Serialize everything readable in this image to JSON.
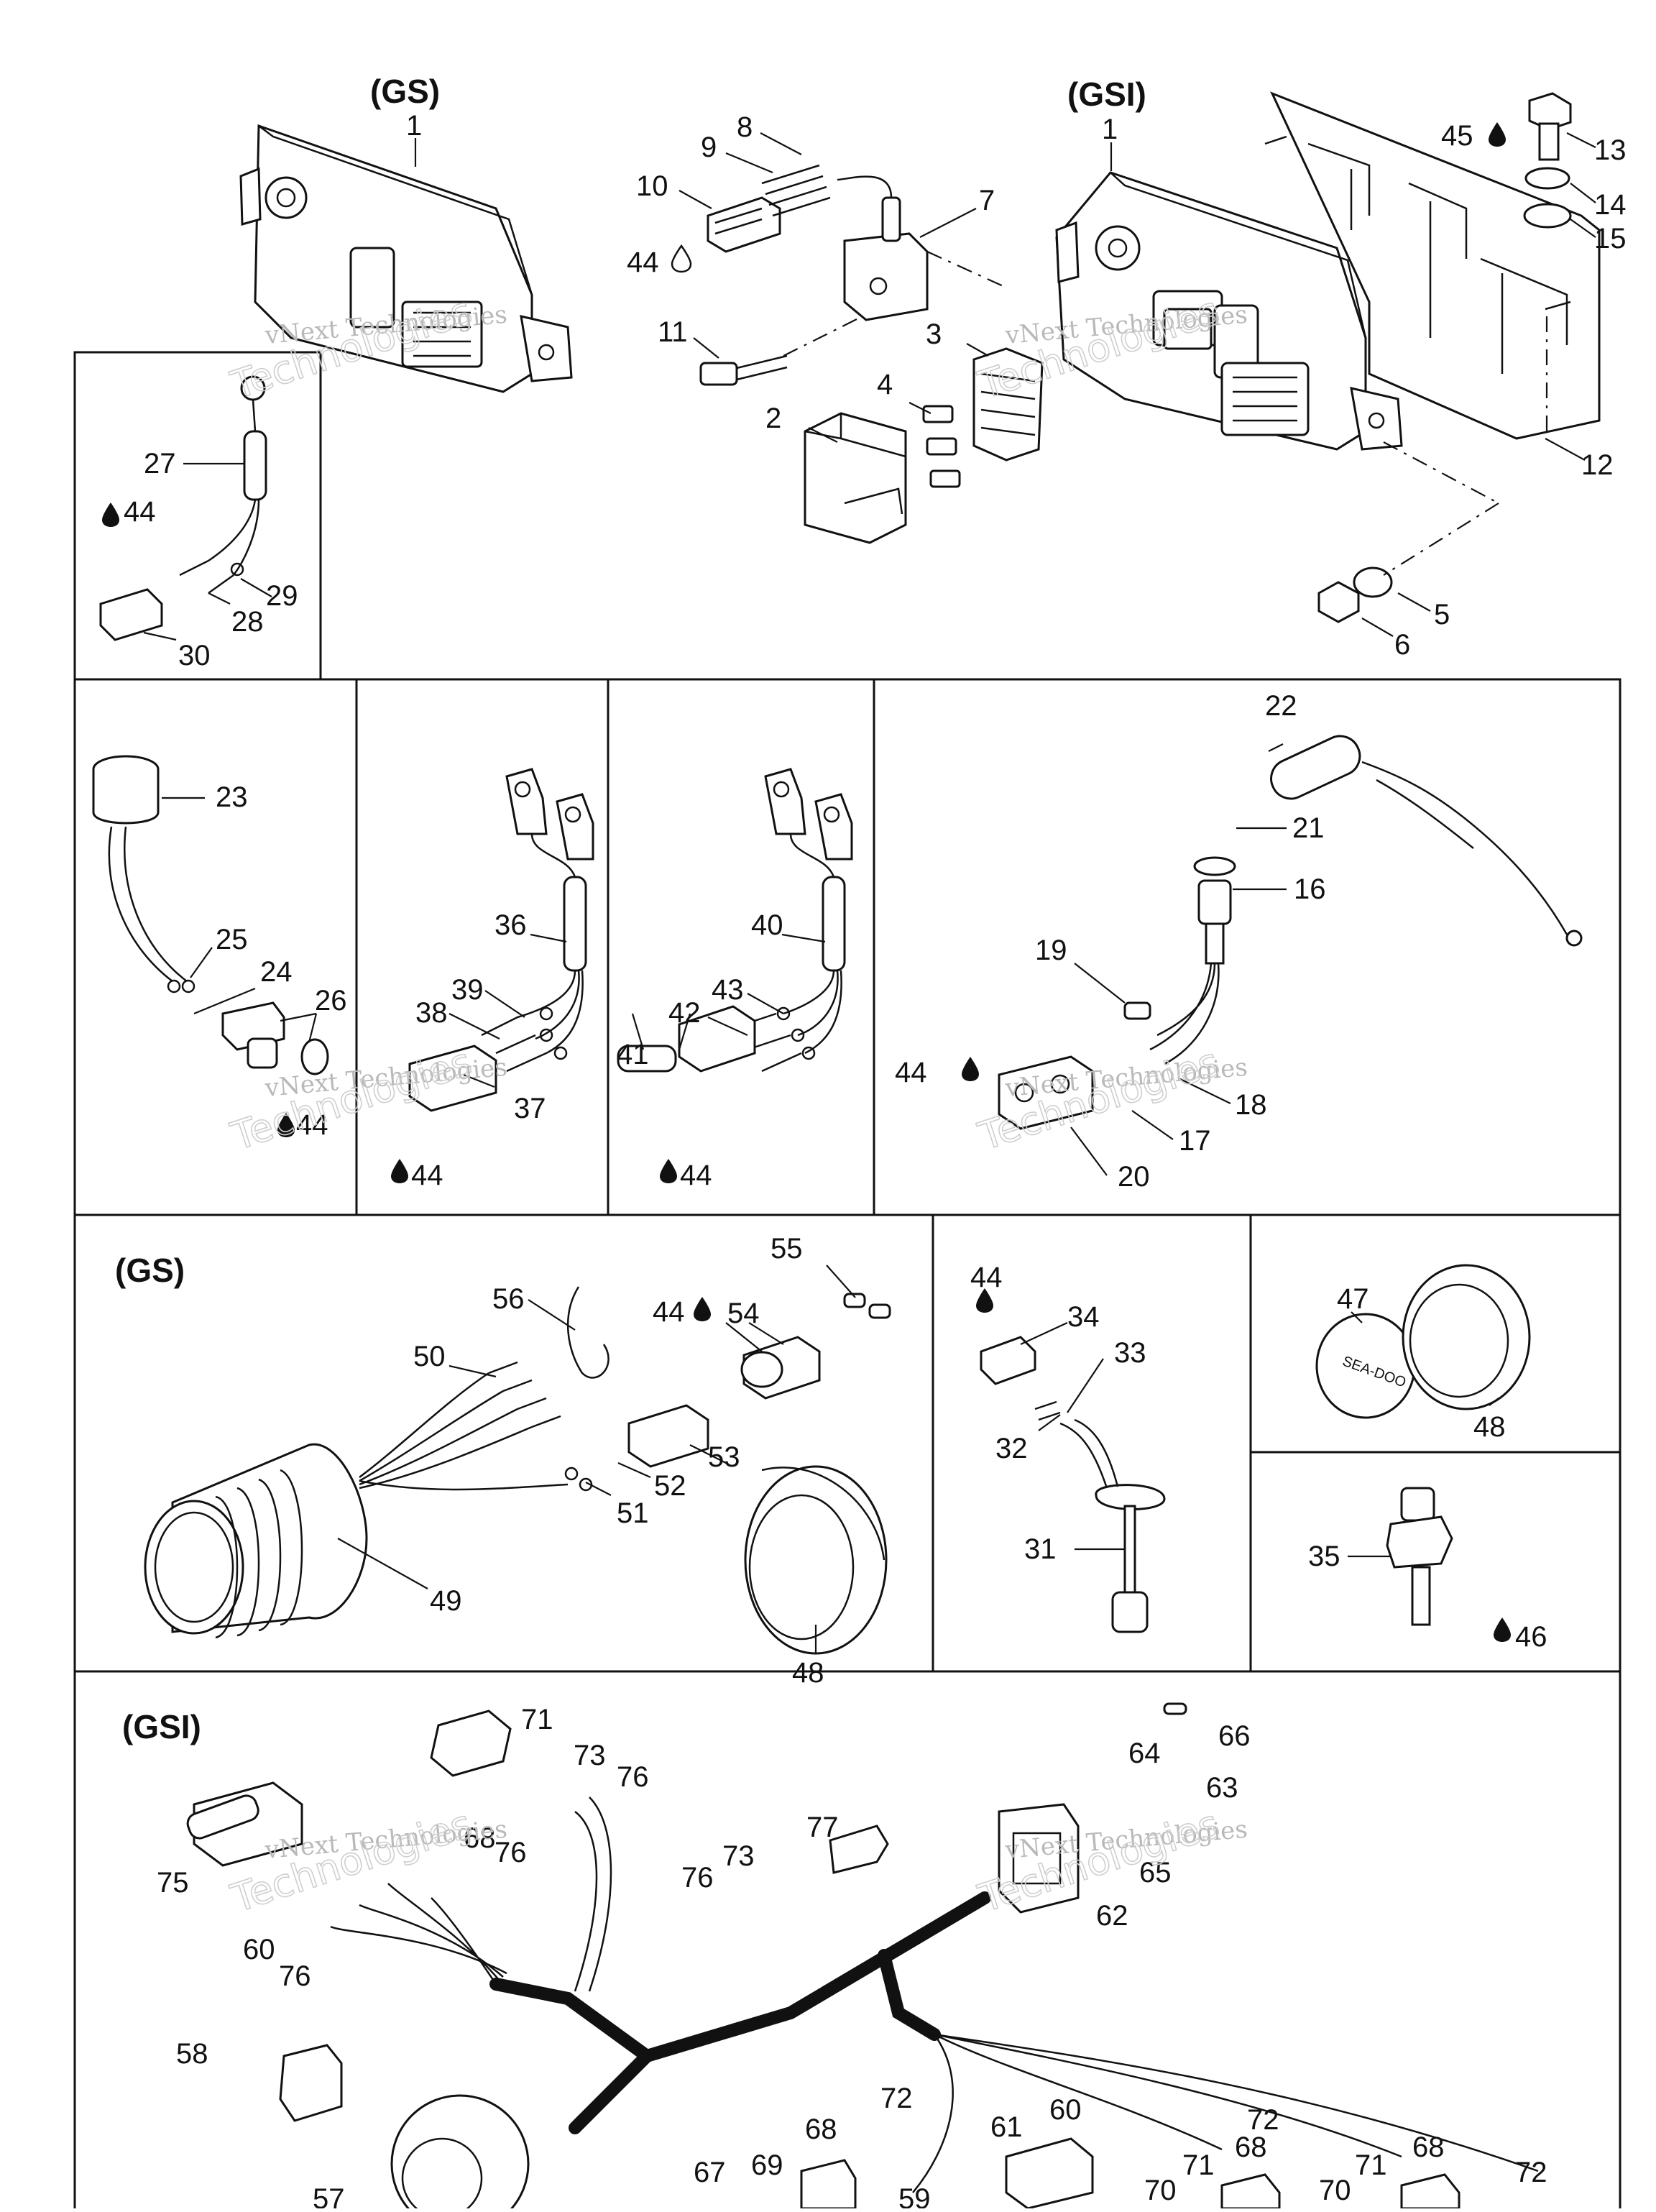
{
  "headers": {
    "gs_top": "(GS)",
    "gsi_top": "(GSI)",
    "gs_gauge": "(GS)",
    "gsi_harness": "(GSI)"
  },
  "watermark": {
    "line1": "vNext Technologies",
    "line2": "Technologies"
  },
  "icons": {
    "drop": "sealant-drop-icon"
  },
  "labels": [
    {
      "id": "l1a",
      "text": "1"
    },
    {
      "id": "l1b",
      "text": "1"
    },
    {
      "id": "l2",
      "text": "2"
    },
    {
      "id": "l3",
      "text": "3"
    },
    {
      "id": "l4",
      "text": "4"
    },
    {
      "id": "l5",
      "text": "5"
    },
    {
      "id": "l6",
      "text": "6"
    },
    {
      "id": "l7",
      "text": "7"
    },
    {
      "id": "l8",
      "text": "8"
    },
    {
      "id": "l9",
      "text": "9"
    },
    {
      "id": "l10",
      "text": "10"
    },
    {
      "id": "l11",
      "text": "11"
    },
    {
      "id": "l12",
      "text": "12"
    },
    {
      "id": "l13",
      "text": "13"
    },
    {
      "id": "l14",
      "text": "14"
    },
    {
      "id": "l15",
      "text": "15"
    },
    {
      "id": "l16",
      "text": "16"
    },
    {
      "id": "l17",
      "text": "17"
    },
    {
      "id": "l18",
      "text": "18"
    },
    {
      "id": "l19",
      "text": "19"
    },
    {
      "id": "l20",
      "text": "20"
    },
    {
      "id": "l21",
      "text": "21"
    },
    {
      "id": "l22",
      "text": "22"
    },
    {
      "id": "l23",
      "text": "23"
    },
    {
      "id": "l24",
      "text": "24"
    },
    {
      "id": "l25",
      "text": "25"
    },
    {
      "id": "l26",
      "text": "26"
    },
    {
      "id": "l27",
      "text": "27"
    },
    {
      "id": "l28",
      "text": "28"
    },
    {
      "id": "l29",
      "text": "29"
    },
    {
      "id": "l30",
      "text": "30"
    },
    {
      "id": "l31",
      "text": "31"
    },
    {
      "id": "l32",
      "text": "32"
    },
    {
      "id": "l33",
      "text": "33"
    },
    {
      "id": "l34",
      "text": "34"
    },
    {
      "id": "l35",
      "text": "35"
    },
    {
      "id": "l36",
      "text": "36"
    },
    {
      "id": "l37",
      "text": "37"
    },
    {
      "id": "l38",
      "text": "38"
    },
    {
      "id": "l39",
      "text": "39"
    },
    {
      "id": "l40",
      "text": "40"
    },
    {
      "id": "l41",
      "text": "41"
    },
    {
      "id": "l42",
      "text": "42"
    },
    {
      "id": "l43",
      "text": "43"
    },
    {
      "id": "l44a",
      "text": "44"
    },
    {
      "id": "l44b",
      "text": "44"
    },
    {
      "id": "l44c",
      "text": "44"
    },
    {
      "id": "l44d",
      "text": "44"
    },
    {
      "id": "l44e",
      "text": "44"
    },
    {
      "id": "l44f",
      "text": "44"
    },
    {
      "id": "l44g",
      "text": "44"
    },
    {
      "id": "l44h",
      "text": "44"
    },
    {
      "id": "l45",
      "text": "45"
    },
    {
      "id": "l46",
      "text": "46"
    },
    {
      "id": "l47",
      "text": "47"
    },
    {
      "id": "l48a",
      "text": "48"
    },
    {
      "id": "l48b",
      "text": "48"
    },
    {
      "id": "l49",
      "text": "49"
    },
    {
      "id": "l50",
      "text": "50"
    },
    {
      "id": "l51",
      "text": "51"
    },
    {
      "id": "l52",
      "text": "52"
    },
    {
      "id": "l53",
      "text": "53"
    },
    {
      "id": "l54",
      "text": "54"
    },
    {
      "id": "l55",
      "text": "55"
    },
    {
      "id": "l56",
      "text": "56"
    },
    {
      "id": "l57",
      "text": "57"
    },
    {
      "id": "l58",
      "text": "58"
    },
    {
      "id": "l59",
      "text": "59"
    },
    {
      "id": "l60a",
      "text": "60"
    },
    {
      "id": "l60b",
      "text": "60"
    },
    {
      "id": "l61",
      "text": "61"
    },
    {
      "id": "l62",
      "text": "62"
    },
    {
      "id": "l63",
      "text": "63"
    },
    {
      "id": "l64",
      "text": "64"
    },
    {
      "id": "l65",
      "text": "65"
    },
    {
      "id": "l66",
      "text": "66"
    },
    {
      "id": "l67",
      "text": "67"
    },
    {
      "id": "l68a",
      "text": "68"
    },
    {
      "id": "l68b",
      "text": "68"
    },
    {
      "id": "l68c",
      "text": "68"
    },
    {
      "id": "l68d",
      "text": "68"
    },
    {
      "id": "l69",
      "text": "69"
    },
    {
      "id": "l70a",
      "text": "70"
    },
    {
      "id": "l70b",
      "text": "70"
    },
    {
      "id": "l71a",
      "text": "71"
    },
    {
      "id": "l71b",
      "text": "71"
    },
    {
      "id": "l71c",
      "text": "71"
    },
    {
      "id": "l72a",
      "text": "72"
    },
    {
      "id": "l72b",
      "text": "72"
    },
    {
      "id": "l72c",
      "text": "72"
    },
    {
      "id": "l73a",
      "text": "73"
    },
    {
      "id": "l73b",
      "text": "73"
    },
    {
      "id": "l75",
      "text": "75"
    },
    {
      "id": "l76a",
      "text": "76"
    },
    {
      "id": "l76b",
      "text": "76"
    },
    {
      "id": "l76c",
      "text": "76"
    },
    {
      "id": "l76d",
      "text": "76"
    },
    {
      "id": "l77",
      "text": "77"
    }
  ]
}
